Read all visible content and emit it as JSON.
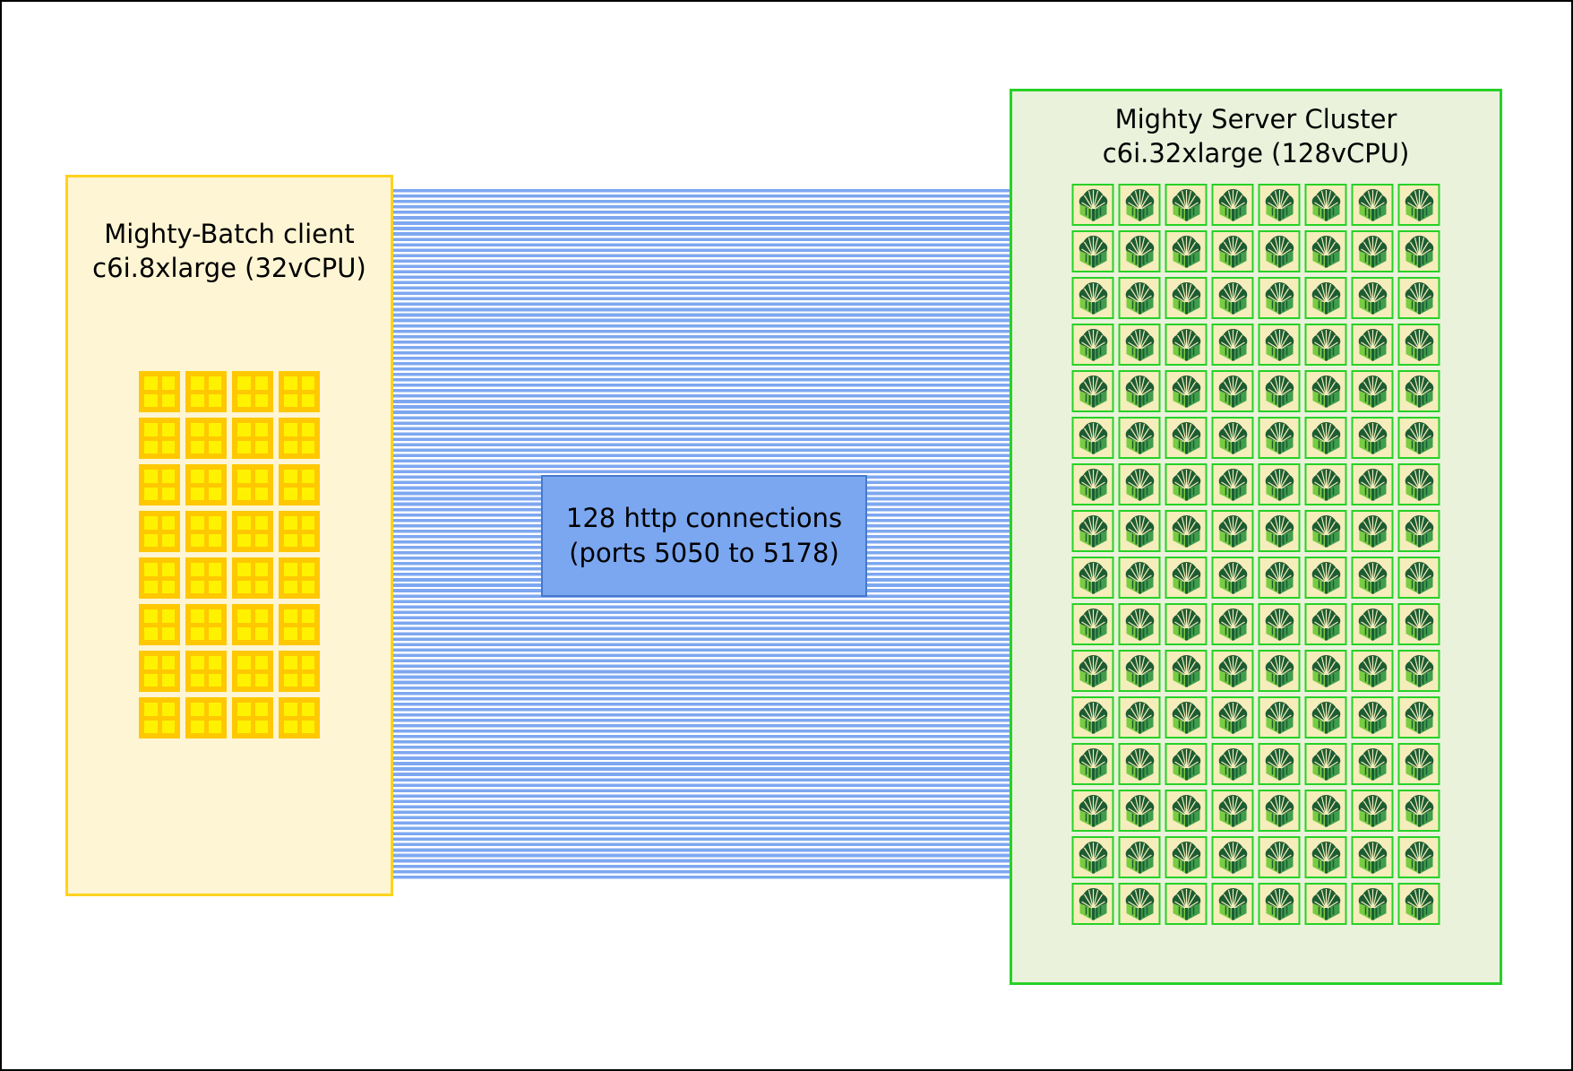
{
  "diagram": {
    "client": {
      "title_line1": "Mighty-Batch client",
      "title_line2": "c6i.8xlarge (32vCPU)",
      "vcpu_count": 32,
      "grid": {
        "columns": 4,
        "rows": 8
      },
      "icon": "cpu-chip-icon"
    },
    "connections": {
      "count": 128,
      "label_line1": "128 http connections",
      "label_line2": "(ports 5050 to 5178)",
      "port_range_start": 5050,
      "port_range_end": 5178
    },
    "cluster": {
      "title_line1": "Mighty Server Cluster",
      "title_line2": "c6i.32xlarge (128vCPU)",
      "vcpu_count": 128,
      "grid": {
        "columns": 8,
        "rows": 16
      },
      "icon": "mighty-tree-icon"
    },
    "colors": {
      "outline": "#000000",
      "client_fill": "#FDF5D3",
      "client_border": "#FFD21E",
      "cpu_gold": "#FFC800",
      "cpu_yellow": "#FFF200",
      "connection_blue": "#7DA7F0",
      "label_fill": "#7BA7F1",
      "label_border": "#4679CC",
      "cluster_fill": "#EAF2DC",
      "cluster_border": "#27D127",
      "tile_fill": "#F5EDBB",
      "tree_dark": "#1D5C33",
      "tree_mid": "#3F9E4C",
      "tree_light": "#77CC41"
    }
  }
}
